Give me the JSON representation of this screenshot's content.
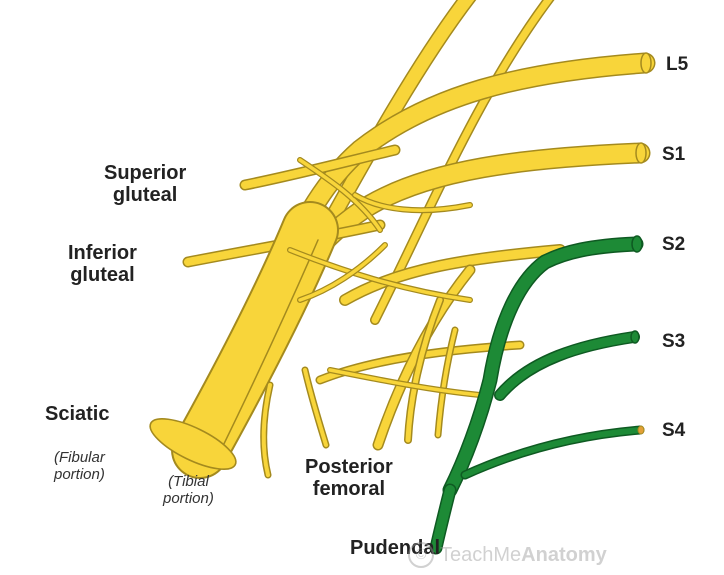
{
  "colors": {
    "nerve_fill": "#f8d53a",
    "nerve_outline": "#a48a1e",
    "pudendal_fill": "#1d8a36",
    "pudendal_outline": "#0e5a22"
  },
  "labels": {
    "superior_gluteal": [
      "Superior",
      "gluteal"
    ],
    "inferior_gluteal": [
      "Inferior",
      "gluteal"
    ],
    "sciatic": "Sciatic",
    "fibular_portion": [
      "(Fibular",
      "portion)"
    ],
    "tibial_portion": [
      "(Tibial",
      "portion)"
    ],
    "posterior_femoral": [
      "Posterior",
      "femoral"
    ],
    "pudendal": "Pudendal"
  },
  "roots": [
    "L5",
    "S1",
    "S2",
    "S3",
    "S4"
  ],
  "watermark": {
    "symbol": "©",
    "text_plain": "TeachMe",
    "text_bold": "Anatomy"
  }
}
